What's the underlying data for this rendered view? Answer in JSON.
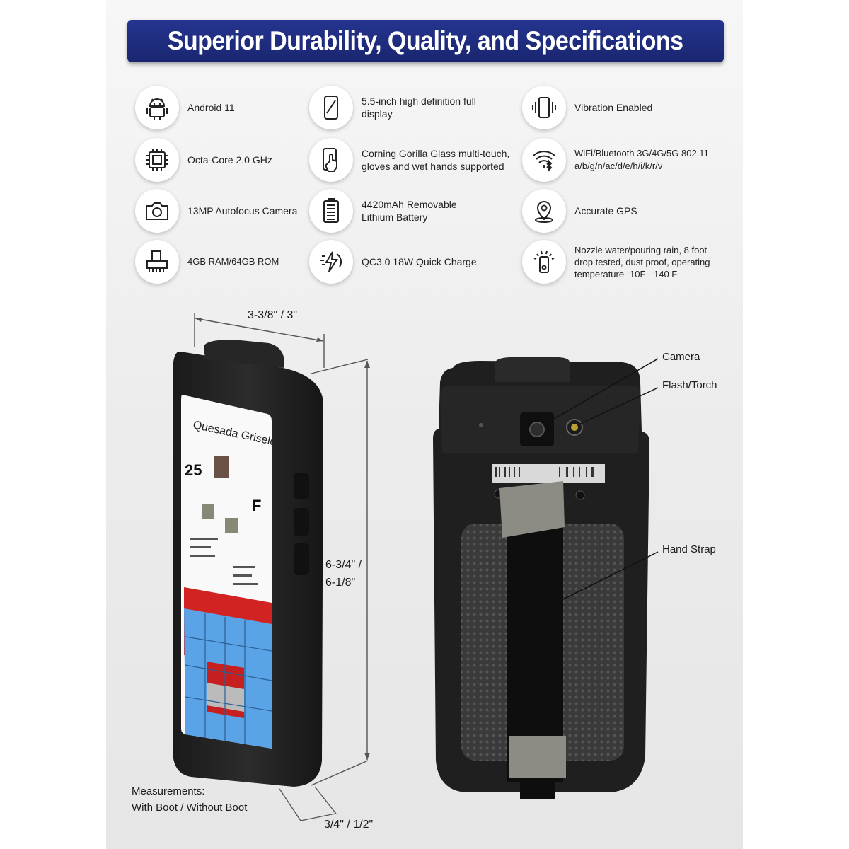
{
  "banner": {
    "title": "Superior Durability, Quality, and Specifications"
  },
  "features": [
    {
      "icon": "android-icon",
      "text": "Android 11"
    },
    {
      "icon": "display-icon",
      "text": "5.5-inch high definition full display"
    },
    {
      "icon": "vibration-icon",
      "text": "Vibration Enabled"
    },
    {
      "icon": "cpu-icon",
      "text": "Octa-Core 2.0 GHz"
    },
    {
      "icon": "touch-icon",
      "text": "Corning Gorilla Glass multi-touch, gloves and wet hands supported"
    },
    {
      "icon": "wifi-bluetooth-icon",
      "text": "WiFi/Bluetooth 3G/4G/5G 802.11 a/b/g/n/ac/d/e/h/i/k/r/v"
    },
    {
      "icon": "camera-icon",
      "text": "13MP Autofocus Camera"
    },
    {
      "icon": "battery-icon",
      "text": "4420mAh Removable Lithium Battery"
    },
    {
      "icon": "gps-icon",
      "text": "Accurate GPS"
    },
    {
      "icon": "memory-icon",
      "text": "4GB RAM/64GB ROM"
    },
    {
      "icon": "quick-charge-icon",
      "text": "QC3.0 18W Quick Charge"
    },
    {
      "icon": "rugged-icon",
      "text": "Nozzle water/pouring rain, 8 foot drop tested, dust proof, operating temperature -10F - 140 F"
    }
  ],
  "dimensions": {
    "width": "3-3/8\" / 3\"",
    "height_line1": "6-3/4\" /",
    "height_line2": "6-1/8\"",
    "depth": "3/4\" / 1/2\""
  },
  "measurements_note": {
    "line1": "Measurements:",
    "line2": "With Boot / Without Boot"
  },
  "callouts": {
    "camera": "Camera",
    "flash": "Flash/Torch",
    "strap": "Hand Strap"
  },
  "screen": {
    "name": "Quesada Griselda",
    "age": "25",
    "gender": "F"
  }
}
